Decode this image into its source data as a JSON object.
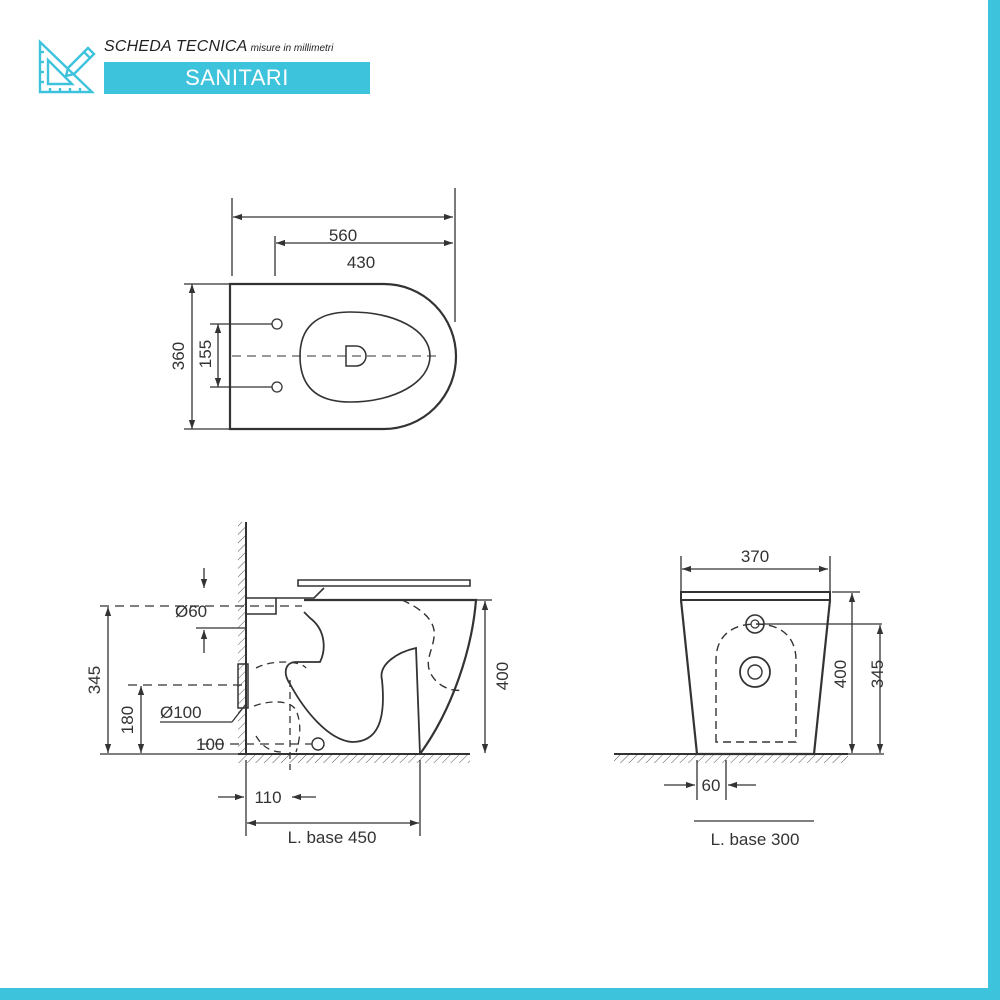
{
  "header": {
    "title": "SCHEDA TECNICA",
    "subtitle": "misure in millimetri",
    "category": "SANITARI",
    "accent_color": "#3ec3dc",
    "icon": "ruler-pencil-icon"
  },
  "top_view": {
    "total_length": "560",
    "fixing_length": "430",
    "total_width": "360",
    "fixing_spacing": "155"
  },
  "side_view": {
    "outlet_diameter": "Ø60",
    "total_height": "345",
    "drain_height": "180",
    "drain_diameter": "Ø100",
    "floor_outlet": "100",
    "outlet_distance": "110",
    "height": "400",
    "base_label": "L. base 450"
  },
  "front_view": {
    "width": "370",
    "height_left": "400",
    "height_right": "345",
    "offset": "60",
    "base_label": "L. base 300"
  }
}
